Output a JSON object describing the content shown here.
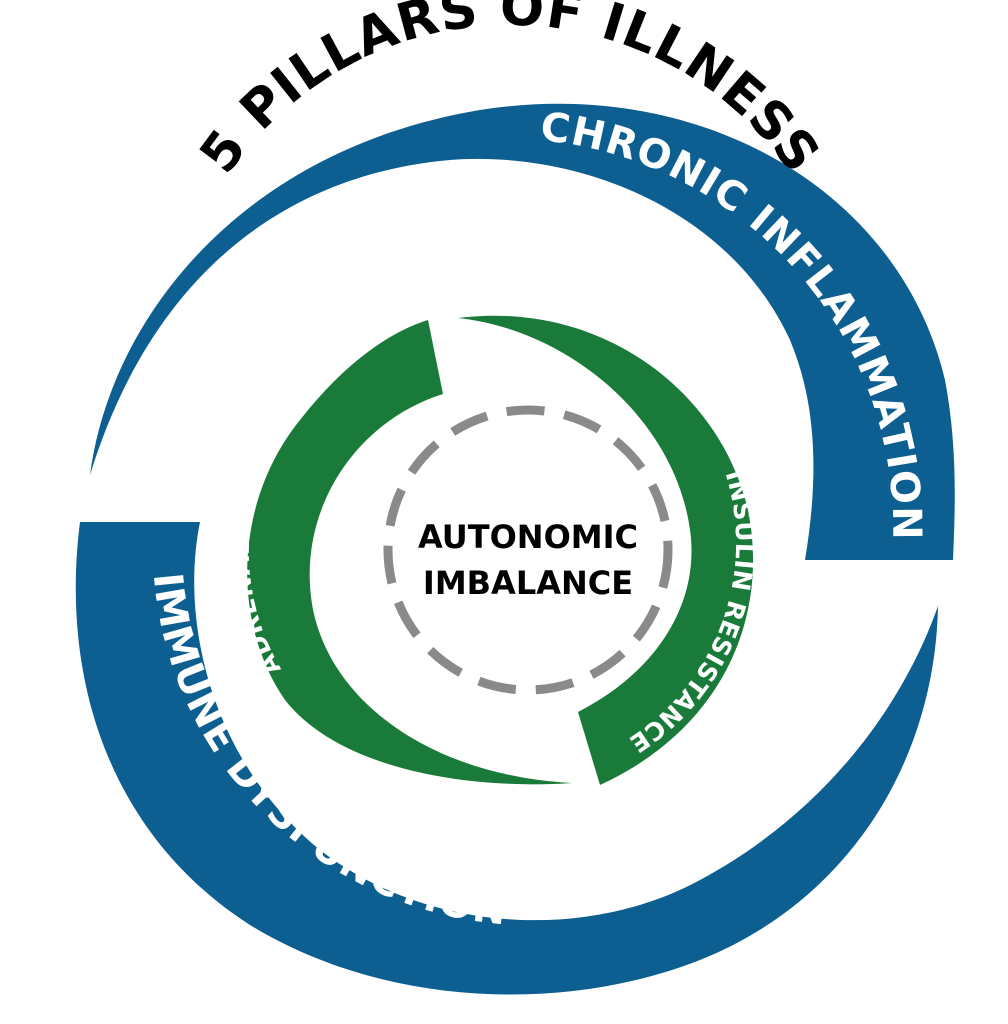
{
  "title": "5 PILLARS OF ILLNESS",
  "outer_ring": {
    "color": "#0d5f91",
    "arcs": [
      {
        "label": "CHRONIC INFLAMMATION"
      },
      {
        "label": "IMMUNE DYSFUNCTION"
      }
    ]
  },
  "inner_ring": {
    "color": "#1a7a3a",
    "arcs": [
      {
        "label": "ADRENAL DYSFUNCTION"
      },
      {
        "label": "INSULIN RESISTANCE"
      }
    ]
  },
  "center": {
    "line1": "AUTONOMIC",
    "line2": "IMBALANCE",
    "circle_color": "#8a8a8a",
    "circle_style": "dashed"
  }
}
